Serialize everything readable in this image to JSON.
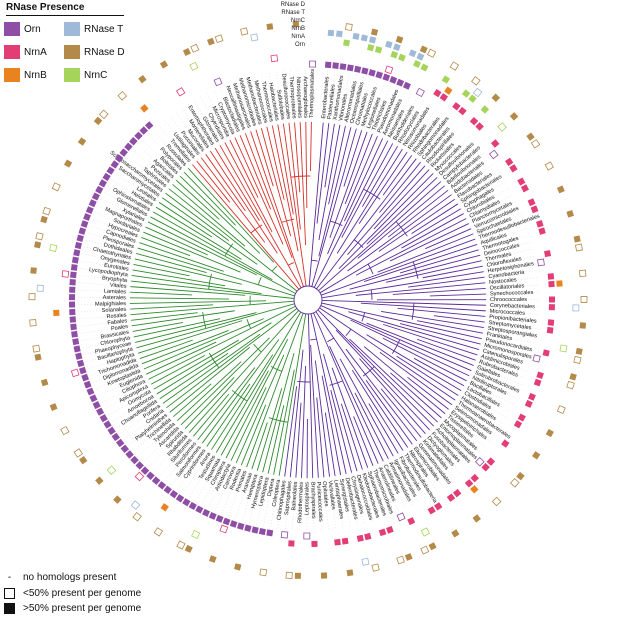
{
  "legend": {
    "title": "RNase Presence",
    "items": [
      {
        "label": "Orn",
        "color": "#8e4ea6"
      },
      {
        "label": "RNase T",
        "color": "#9fb9d8"
      },
      {
        "label": "NrnA",
        "color": "#e23d74"
      },
      {
        "label": "RNase D",
        "color": "#b38a4a"
      },
      {
        "label": "NrnB",
        "color": "#e98320"
      },
      {
        "label": "NrnC",
        "color": "#a6d45a"
      }
    ]
  },
  "presence_key": {
    "none_symbol": "-",
    "none_label": "no homologs present",
    "under_label": "<50% present per genome",
    "over_label": ">50% present per genome"
  },
  "ring_labels": [
    "RNase D",
    "RNase T",
    "NrnC",
    "NrnB",
    "NrnA",
    "Orn"
  ],
  "clade_colors": {
    "bacteria": "#5b2a9b",
    "eukarya": "#2e8b2e",
    "archaea": "#d6312a"
  },
  "tip_labels": [
    "Enterobacterales",
    "Pasteurellales",
    "Xanthomonadales",
    "Vibrionales",
    "Alteromonadales",
    "Oceanospirillales",
    "Chromatiales",
    "Methylococcales",
    "Legionellales",
    "Thiotrichales",
    "Pseudomonadales",
    "Aeromonadales",
    "Neisseriales",
    "Burkholderiales",
    "Rhodocyclales",
    "Nitrosomonadales",
    "Rhizobiales",
    "Rhodobacterales",
    "Sphingomonadales",
    "Caulobacterales",
    "Rhodospirillales",
    "Rickettsiales",
    "Myxococcales",
    "Desulfovibrionales",
    "Campylobacterales",
    "Bdellovibrionales",
    "Acidobacteriales",
    "Bacteroidales",
    "Flavobacteriales",
    "Sphingobacteriales",
    "Cytophagales",
    "Chlorobiales",
    "Chlamydiales",
    "Planctomycetales",
    "Verrucomicrobiales",
    "Spirochaetales",
    "Thermodesulfobacteriales",
    "Aquificales",
    "Thermotogales",
    "Deinococcales",
    "Thermales",
    "Chloroflexales",
    "Herpetosiphonales",
    "Cyanobacteria",
    "Nostocales",
    "Oscillatoriales",
    "Synechococcales",
    "Chroococcales",
    "Corynebacteriales",
    "Micrococcales",
    "Propionibacteriales",
    "Streptomycetales",
    "Streptosporangiales",
    "Frankiales",
    "Pseudonocardiales",
    "Micromonosporales",
    "Catenulisporales",
    "Acidimicrobiales",
    "Rubrobacterales",
    "Gaiellales",
    "Solirubrobacterales",
    "Nitriliruptorales",
    "Bacillales",
    "Lactobacillales",
    "Clostridiales",
    "Halanaerobiales",
    "Thermoanaerobacterales",
    "Selenomonadales",
    "Erysipelotrichales",
    "Tissierellales",
    "Mycoplasmatales",
    "Entomoplasmatales",
    "Acholeplasmatales",
    "Fusobacteriales",
    "Dictyoglomales",
    "Kiritimatiellales",
    "Gemmatimonadales",
    "Elusimicrobiales",
    "Nitrospirales",
    "Thermodesulfobacteria",
    "Fibrobacterales",
    "Ignavibacteriales",
    "Armatimonadales",
    "Caldilineales",
    "Anaerolineales",
    "Thermomicrobiales",
    "Sphaerobacterales",
    "Ktedonobacterales",
    "Dehalococcoidales",
    "Chrysiogenales",
    "Deferribacterales",
    "Synergistales",
    "Lentisphaerales",
    "Victivallales",
    "Opitutales",
    "Puniceicoccales",
    "Brachyspirales",
    "Leptospirales",
    "Rhodothermales",
    "Balneolales",
    "Saprospirales",
    "Chitinophagales",
    "Coleoptera",
    "Diptera",
    "Lepidoptera",
    "Hymenoptera",
    "Hemiptera",
    "Araneae",
    "Primates",
    "Rodentia",
    "Carnivora",
    "Artiodactyla",
    "Chiroptera",
    "Squamata",
    "Testudines",
    "Anura",
    "Cypriniformes",
    "Salmoniformes",
    "Perciformes",
    "Siluriformes",
    "Rhabditida",
    "Spirurida",
    "Ascaridida",
    "Tylenchida",
    "Trichinellida",
    "Platyhelminthes",
    "Cnidaria",
    "Porifera",
    "Choanoflagellida",
    "Amoebozoa",
    "Oomycota",
    "Apicomplexa",
    "Ciliophora",
    "Euglenida",
    "Kinetoplastida",
    "Diplomonadida",
    "Trichomonadida",
    "Haptophyta",
    "Bacillariophyta",
    "Phaeophyceae",
    "Chlorophyta",
    "Brassicales",
    "Poales",
    "Fabales",
    "Rosales",
    "Solanales",
    "Malpighiales",
    "Asterales",
    "Lamiales",
    "Vitales",
    "Bryophyta",
    "Lycopodiophyta",
    "Eurotiales",
    "Onygenales",
    "Chaetothyriales",
    "Dothideales",
    "Pleosporales",
    "Capnodiales",
    "Hypocreales",
    "Sordariales",
    "Magnaporthales",
    "Xylariales",
    "Glomerellales",
    "Ophiostomatales",
    "Helotiales",
    "Leotiales",
    "Saccharomycetales",
    "Schizosaccharomycetales",
    "Taphrinales",
    "Pezizales",
    "Agaricales",
    "Boletales",
    "Polyporales",
    "Russulales",
    "Tremellales",
    "Ustilaginales",
    "Pucciniales",
    "Mucorales",
    "Mortierellales",
    "Entomophthorales",
    "Glomerales",
    "Chytridiales",
    "Microsporidia",
    "Cryptomycota",
    "Blastocladiales",
    "Neocallimastigales",
    "Methanosarcinales",
    "Methanomicrobiales",
    "Methanobacteriales",
    "Methanococcales",
    "Thermococcales",
    "Halobacteriales",
    "Sulfolobales",
    "Desulfurococcales",
    "Thermoproteales",
    "Nitrosopumilales",
    "Archaeoglobales",
    "Thermoplasmatales"
  ]
}
